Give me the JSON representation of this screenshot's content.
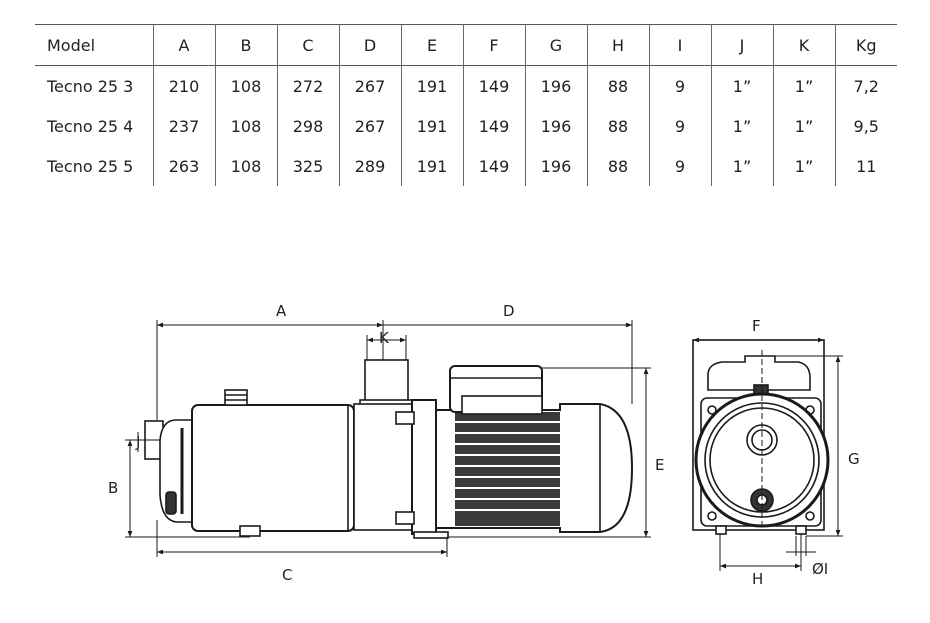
{
  "table": {
    "headers": [
      "Model",
      "A",
      "B",
      "C",
      "D",
      "E",
      "F",
      "G",
      "H",
      "I",
      "J",
      "K",
      "Kg"
    ],
    "rows": [
      [
        "Tecno 25 3",
        "210",
        "108",
        "272",
        "267",
        "191",
        "149",
        "196",
        "88",
        "9",
        "1”",
        "1”",
        "7,2"
      ],
      [
        "Tecno 25 4",
        "237",
        "108",
        "298",
        "267",
        "191",
        "149",
        "196",
        "88",
        "9",
        "1”",
        "1”",
        "9,5"
      ],
      [
        "Tecno 25 5",
        "263",
        "108",
        "325",
        "289",
        "191",
        "149",
        "196",
        "88",
        "9",
        "1”",
        "1”",
        "11"
      ]
    ]
  },
  "diagram": {
    "labels": {
      "A": "A",
      "B": "B",
      "C": "C",
      "D": "D",
      "E": "E",
      "F": "F",
      "G": "G",
      "H": "H",
      "I": "ØI",
      "J": "J",
      "K": "K"
    },
    "line_color": "#1a1a1a"
  }
}
